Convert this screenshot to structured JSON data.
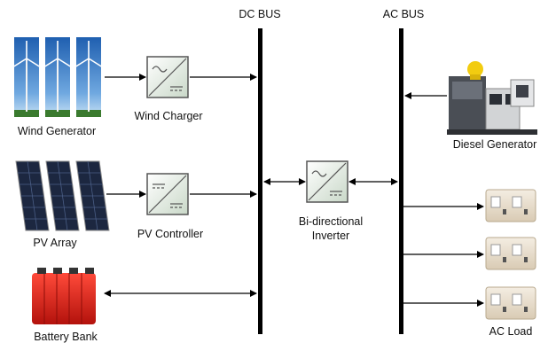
{
  "buses": {
    "dc": "DC BUS",
    "ac": "AC BUS"
  },
  "components": {
    "wind_generator": "Wind Generator",
    "wind_charger": "Wind Charger",
    "pv_array": "PV Array",
    "pv_controller": "PV Controller",
    "battery_bank": "Battery Bank",
    "inverter_line1": "Bi-directional",
    "inverter_line2": "Inverter",
    "diesel_generator": "Diesel Generator",
    "ac_load": "AC Load"
  }
}
